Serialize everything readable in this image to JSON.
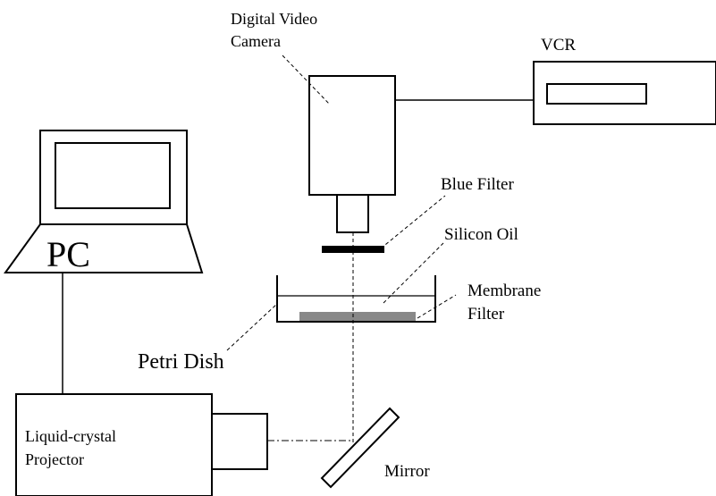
{
  "labels": {
    "camera_line1": "Digital Video",
    "camera_line2": "Camera",
    "vcr": "VCR",
    "blue_filter": "Blue Filter",
    "silicon_oil": "Silicon Oil",
    "membrane_line1": "Membrane",
    "membrane_line2": "Filter",
    "petri_dish": "Petri Dish",
    "pc": "PC",
    "projector_line1": "Liquid-crystal",
    "projector_line2": "Projector",
    "mirror": "Mirror"
  },
  "colors": {
    "line": "#000000",
    "membrane_fill": "#888888",
    "background": "#ffffff"
  }
}
